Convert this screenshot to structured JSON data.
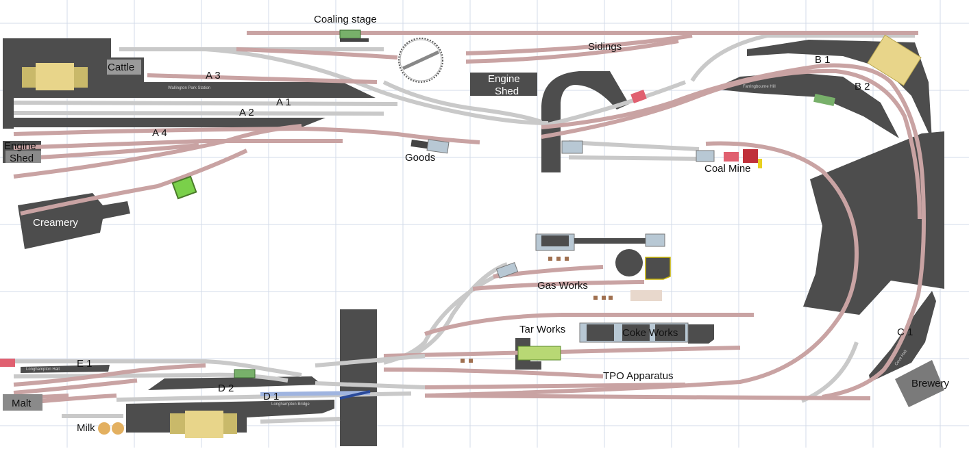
{
  "labels": {
    "coaling_stage": "Coaling stage",
    "sidings": "Sidings",
    "cattle": "Cattle",
    "a3": "A 3",
    "a1": "A 1",
    "a2": "A 2",
    "a4": "A 4",
    "engine_shed_top_line1": "Engine",
    "engine_shed_top_line2": "Shed",
    "engine_shed_left_line1": "Engine",
    "engine_shed_left_line2": "Shed",
    "goods": "Goods",
    "coal_mine": "Coal Mine",
    "creamery": "Creamery",
    "b1": "B 1",
    "b2": "B 2",
    "gas_works": "Gas Works",
    "tar_works": "Tar Works",
    "coke_works": "Coke Works",
    "c1": "C 1",
    "e1": "E 1",
    "d2": "D 2",
    "d1": "D 1",
    "malt": "Malt",
    "milk": "Milk",
    "tpo_apparatus": "TPO Apparatus",
    "brewery": "Brewery",
    "wallington_park_station": "Wallington Park Station",
    "farringbourne_hill": "Farringbourne Hill",
    "longhampton_halt": "Longhampton Halt",
    "longhampton_bridge": "Longhampton Bridge",
    "cove_halt": "Cove Halt"
  },
  "colors": {
    "platform": "#4d4d4d",
    "track_grey": "#c4c4c4",
    "track_red": "#b98a8a",
    "grid": "#d3dbe8",
    "building_yellow": "#e8d58a"
  }
}
